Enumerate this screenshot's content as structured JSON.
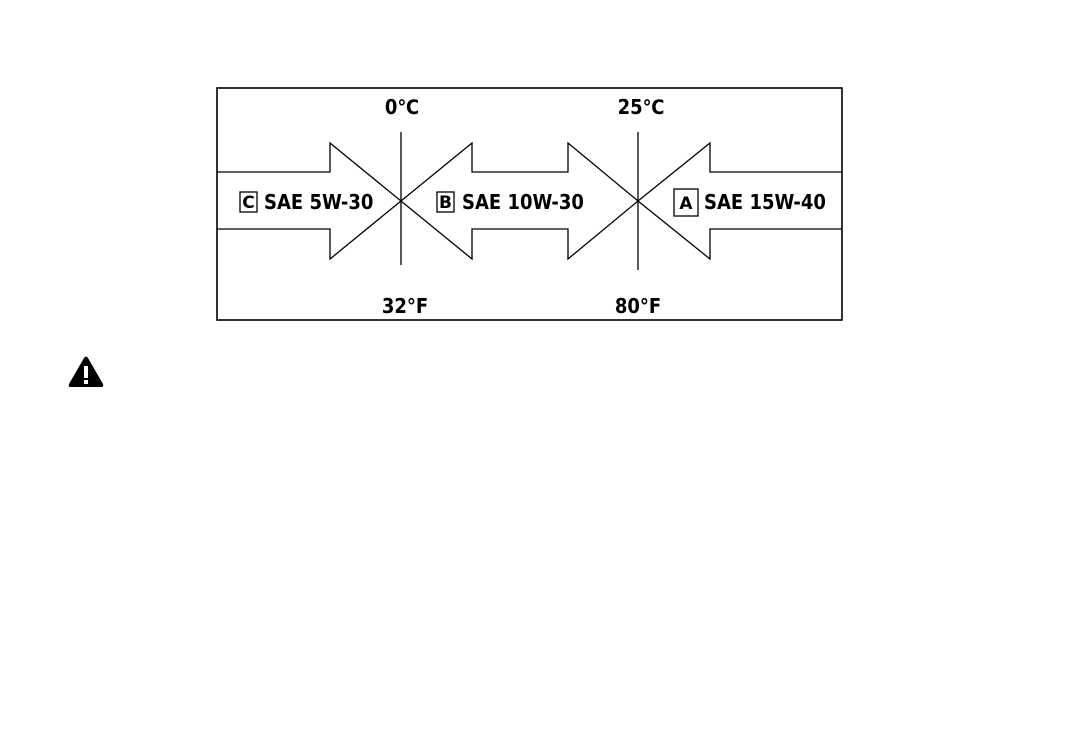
{
  "temperature_top": {
    "left": "0℃",
    "right": "25℃"
  },
  "temperature_bottom": {
    "left": "32°F",
    "right": "80°F"
  },
  "grades": [
    {
      "letter": "C",
      "text": "SAE 5W-30"
    },
    {
      "letter": "B",
      "text": "SAE 10W-30"
    },
    {
      "letter": "A",
      "text": "SAE 15W-40"
    }
  ],
  "warning_icon": "warning-triangle-icon"
}
